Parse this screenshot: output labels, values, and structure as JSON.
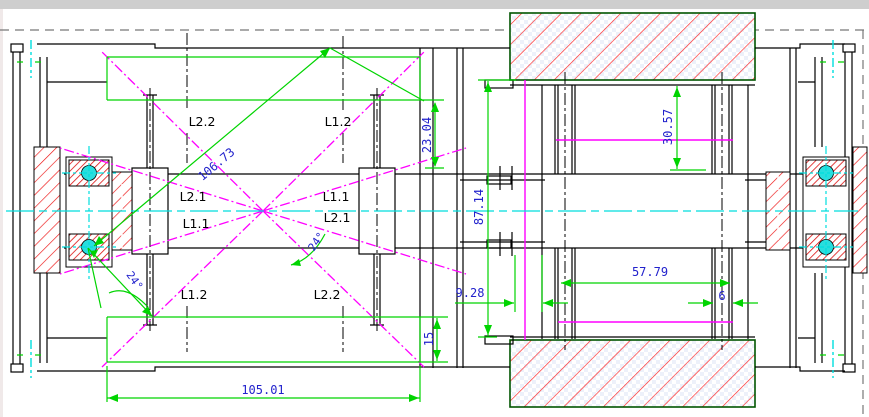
{
  "drawing": {
    "labels": {
      "top_left": "L2.2",
      "top_right": "L1.2",
      "mid_upper_left": "L2.1",
      "mid_upper_right": "L1.1",
      "mid_lower_left": "L1.1",
      "mid_lower_right": "L2.1",
      "bottom_left": "L1.2",
      "bottom_right": "L2.2"
    },
    "dimensions": {
      "band_top": "23.04",
      "drum_top": "30.57",
      "center_height": "87.14",
      "band_bottom": "15",
      "roller_length": "105.01",
      "hub_gap": "9.28",
      "stud_span": "57.79",
      "stud_width": "6",
      "diagonal": "106.73",
      "angle_left": "24°",
      "angle_right": "24°"
    },
    "colors": {
      "dimension_line": "#00d400",
      "dimension_text": "#2222cc",
      "construction": "#ff00ff",
      "centerline": "#00dede",
      "hatch": "#ff2222",
      "hatch_border": "#005500",
      "geometry": "#000000"
    }
  }
}
